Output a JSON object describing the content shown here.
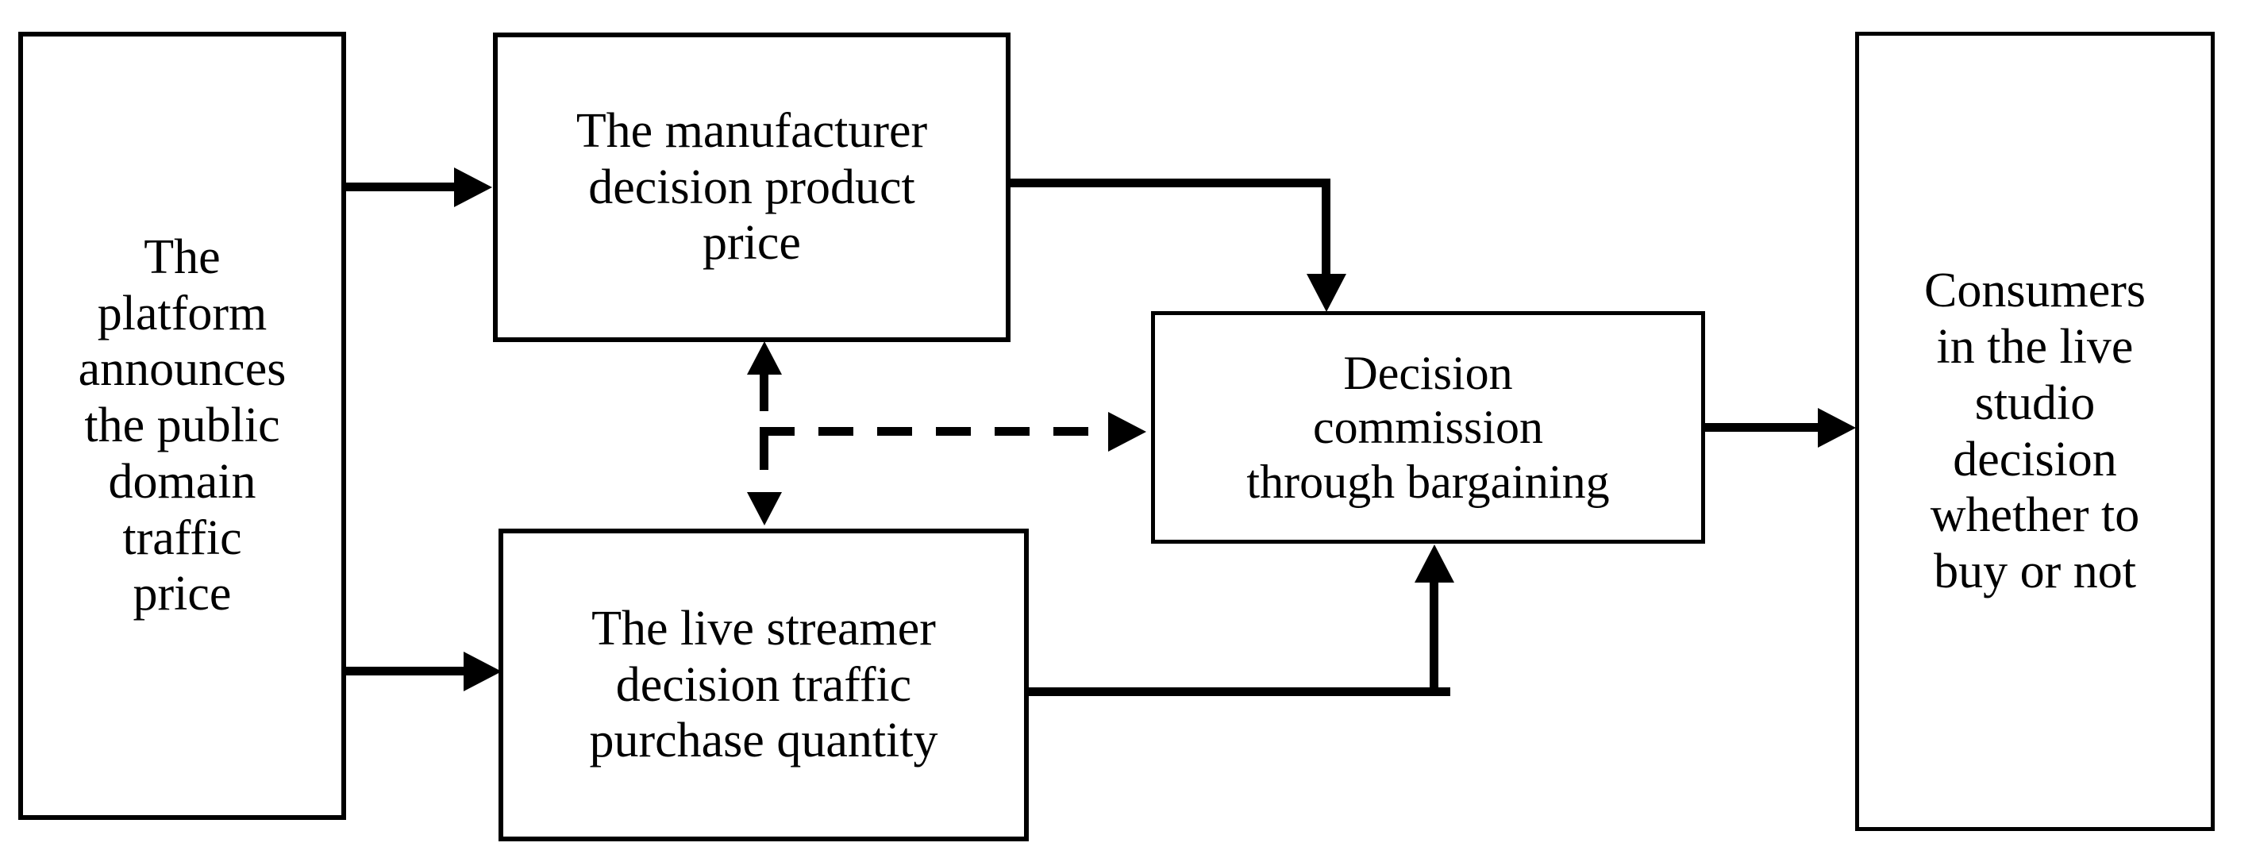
{
  "diagram": {
    "type": "flowchart",
    "background_color": "#FFFFFF",
    "stroke_color": "#000000",
    "nodes": [
      {
        "id": "platform",
        "label": "The\nplatform\nannounces\nthe public\ndomain\ntraffic\nprice",
        "shape": "rectangle"
      },
      {
        "id": "manufacturer",
        "label": "The manufacturer\ndecision product\nprice",
        "shape": "rectangle"
      },
      {
        "id": "streamer",
        "label": "The live streamer\ndecision traffic\npurchase quantity",
        "shape": "rectangle"
      },
      {
        "id": "commission",
        "label": "Decision\ncommission\nthrough bargaining",
        "shape": "rectangle"
      },
      {
        "id": "consumers",
        "label": "Consumers\nin the live\nstudio\ndecision\nwhether to\nbuy or not",
        "shape": "rectangle"
      }
    ],
    "edges": [
      {
        "id": "platform-to-manufacturer",
        "from": "platform",
        "to": "manufacturer",
        "style": "solid",
        "arrow": "single"
      },
      {
        "id": "platform-to-streamer",
        "from": "platform",
        "to": "streamer",
        "style": "solid",
        "arrow": "single"
      },
      {
        "id": "manufacturer-to-commission",
        "from": "manufacturer",
        "to": "commission",
        "style": "solid",
        "arrow": "single"
      },
      {
        "id": "streamer-to-commission",
        "from": "streamer",
        "to": "commission",
        "style": "solid",
        "arrow": "single"
      },
      {
        "id": "manufacturer-streamer-bidirectional",
        "from": "manufacturer",
        "to": "streamer",
        "style": "dashed",
        "arrow": "double"
      },
      {
        "id": "bargaining-branch-to-commission",
        "from": "manufacturer-streamer-bidirectional",
        "to": "commission",
        "style": "dashed",
        "arrow": "single"
      },
      {
        "id": "commission-to-consumers",
        "from": "commission",
        "to": "consumers",
        "style": "solid",
        "arrow": "single"
      }
    ]
  }
}
